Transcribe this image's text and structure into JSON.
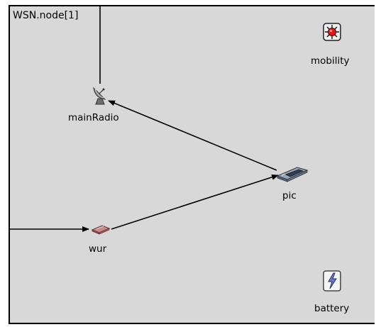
{
  "window": {
    "module_title": "WSN.node[1]"
  },
  "colors": {
    "canvas_background": "#d8d8d8",
    "frame_border": "#000000",
    "connection": "#000000"
  },
  "submodules": [
    {
      "id": "mobility",
      "label": "mobility",
      "icon": "mobility-icon"
    },
    {
      "id": "mainRadio",
      "label": "mainRadio",
      "icon": "satellite-dish-icon"
    },
    {
      "id": "pic",
      "label": "pic",
      "icon": "processor-board-icon"
    },
    {
      "id": "wur",
      "label": "wur",
      "icon": "wakeup-radio-icon"
    },
    {
      "id": "battery",
      "label": "battery",
      "icon": "battery-lightning-icon"
    }
  ],
  "connections": [
    {
      "from": "pic",
      "to": "mainRadio"
    },
    {
      "from": "wur",
      "to": "pic"
    },
    {
      "from": "parent-left-gate",
      "to": "wur"
    },
    {
      "from": "parent-top-gate",
      "to": "mainRadio"
    }
  ]
}
